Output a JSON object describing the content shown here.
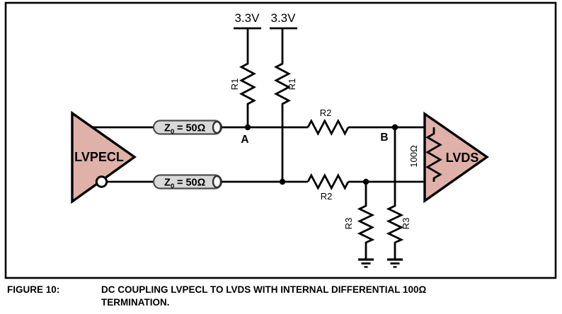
{
  "caption": {
    "label": "FIGURE 10:",
    "line1": "DC COUPLING LVPECL TO LVDS WITH INTERNAL DIFFERENTIAL 100Ω",
    "line2": "TERMINATION."
  },
  "schematic": {
    "supplies": {
      "left": "3.3V",
      "right": "3.3V"
    },
    "driver_label": "LVPECL",
    "receiver_label": "LVDS",
    "tline_label": {
      "base": "Z",
      "sub": "0",
      "rest": "= 50Ω"
    },
    "resistor_labels": {
      "r1_left": "R1",
      "r1_right": "R1",
      "r2_top": "R2",
      "r2_bottom": "R2",
      "r3_left": "R3",
      "r3_right": "R3",
      "termination": "100Ω"
    },
    "node_labels": {
      "a": "A",
      "b": "B"
    },
    "colors": {
      "buffer_fill": "#e0b1a8",
      "buffer_stroke": "#000000",
      "tline_fill": "#d9d9d9",
      "tline_stroke": "#4d4d4d",
      "endcap_fill": "#f8f8f8",
      "wire": "#000000"
    }
  }
}
